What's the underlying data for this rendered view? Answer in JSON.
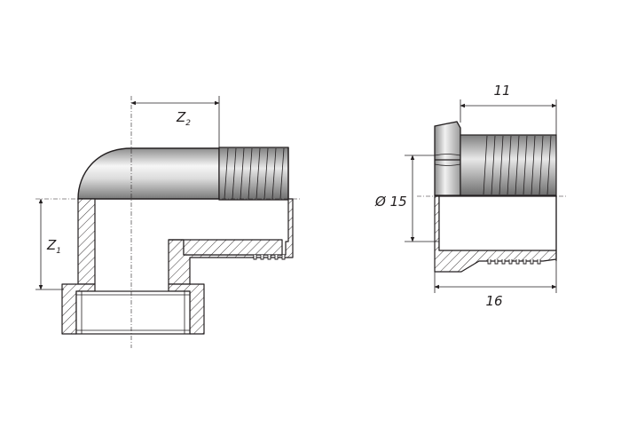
{
  "elbow": {
    "z2_label": "Z",
    "z2_sub": "2",
    "z1_label": "Z",
    "z1_sub": "1"
  },
  "nipple": {
    "length_thread": "11",
    "diameter": "Ø 15",
    "length_total": "16"
  },
  "colors": {
    "line": "#231f20",
    "metal_dark": "#8a8a8a",
    "metal_light": "#f4f4f4",
    "background": "#ffffff"
  }
}
